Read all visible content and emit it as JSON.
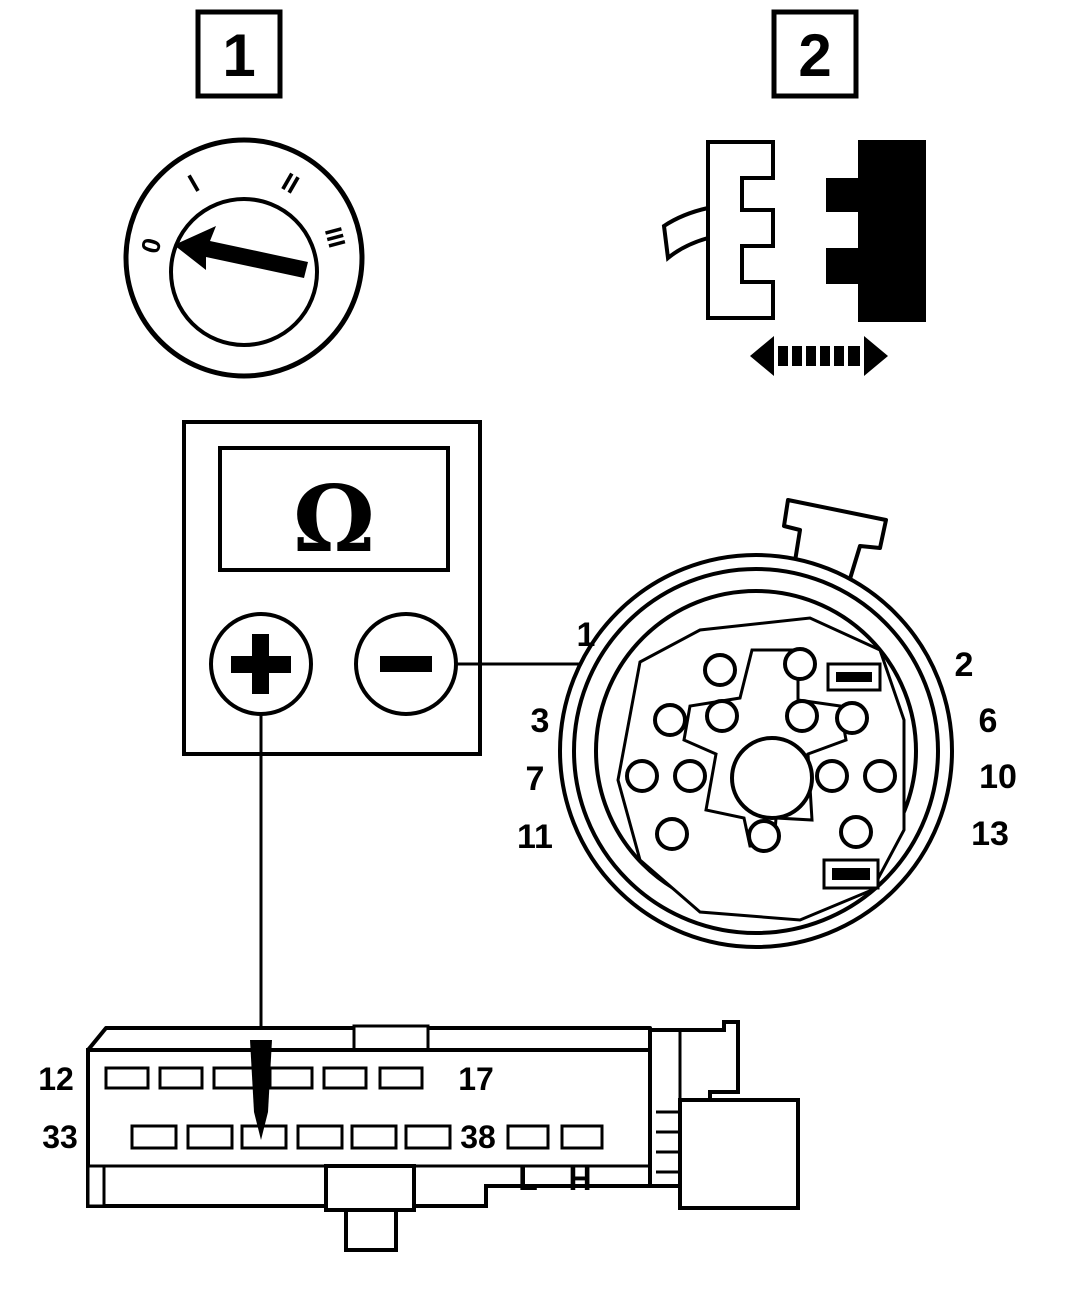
{
  "panels": {
    "step_1": {
      "label": "1"
    },
    "step_2": {
      "label": "2"
    }
  },
  "rotary_switch": {
    "positions": [
      "0",
      "I",
      "II",
      "III"
    ],
    "selected": "0"
  },
  "multimeter": {
    "mode_symbol": "Ω",
    "plus_terminal": "+",
    "minus_terminal": "−"
  },
  "round_connector": {
    "pin_labels": {
      "p1": "1",
      "p2": "2",
      "p3": "3",
      "p6": "6",
      "p7": "7",
      "p10": "10",
      "p11": "11",
      "p13": "13"
    }
  },
  "ecu_connector": {
    "row_top": {
      "start": "12",
      "end": "17"
    },
    "row_bottom": {
      "start": "33",
      "end": "38"
    },
    "extra_pins": {
      "low": "L",
      "high": "H"
    }
  },
  "colors": {
    "ink": "#000000",
    "paper": "#ffffff"
  }
}
